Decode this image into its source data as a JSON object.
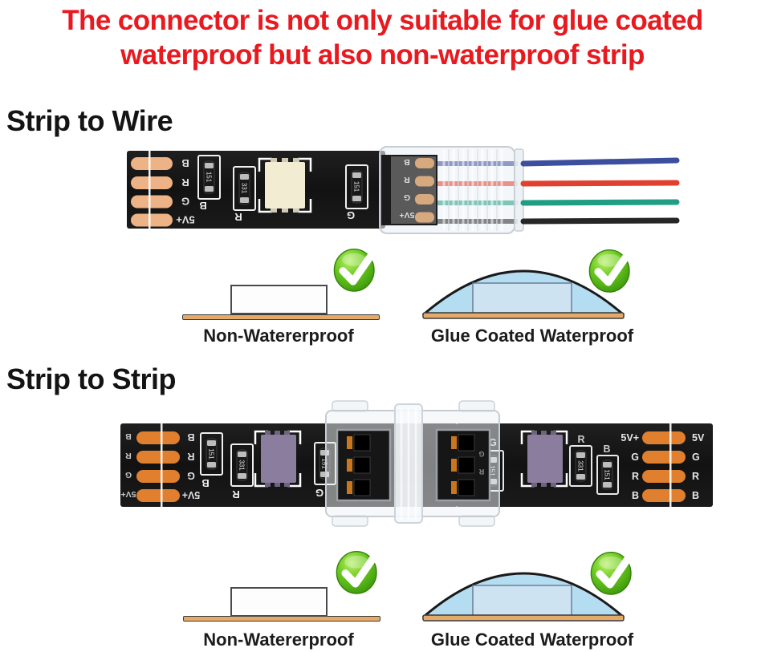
{
  "headline": {
    "lines": [
      "The connector is not only suitable for glue coated",
      "waterproof but also non-waterproof strip"
    ],
    "color": "#e8191f"
  },
  "sections": [
    {
      "heading": "Strip to Wire"
    },
    {
      "heading": "Strip to Strip"
    }
  ],
  "strip": {
    "channels": [
      "B",
      "R",
      "G",
      "5V+"
    ],
    "end_channels": [
      "5V+",
      "G",
      "R",
      "B"
    ],
    "cut_edge_channels": [
      "5V",
      "G",
      "R",
      "B"
    ],
    "resistor_codes": {
      "b": "151",
      "r": "331",
      "g": "151"
    },
    "pcb_color": "#151515",
    "pad_color_wire_strip": "#edb286",
    "pad_color_strip_strip": "#e07f2e",
    "led_color_white": "#f2ecd2",
    "led_color_purple": "#8b7d9d"
  },
  "wires": [
    {
      "name": "blue",
      "color": "#3c4f9f"
    },
    {
      "name": "red",
      "color": "#e2402e"
    },
    {
      "name": "green",
      "color": "#1f9e85"
    },
    {
      "name": "black",
      "color": "#262626"
    }
  ],
  "diagrams": {
    "non_waterproof_label": "Non-Watererproof",
    "glue_coated_label": "Glue Coated Waterproof",
    "check_color": "#52b415",
    "glue_fill": "#b5ddf1",
    "base_color": "#e3aa69"
  }
}
